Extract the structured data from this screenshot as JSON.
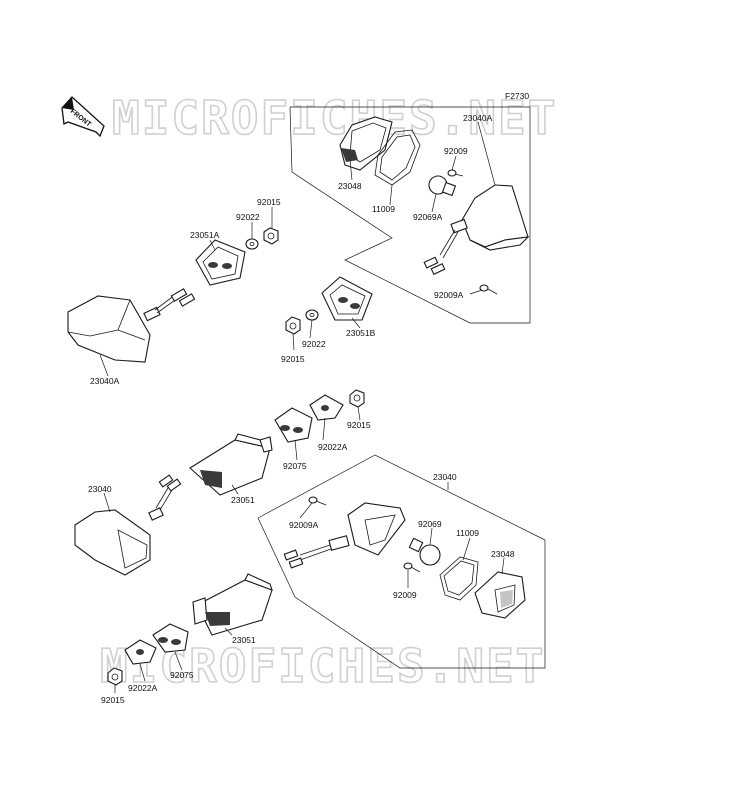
{
  "figure_code": "F2730",
  "front_arrow": "FRONT",
  "watermark": "MICROFICHES.NET",
  "labels": {
    "l23040A_top": "23040A",
    "l92009_top": "92009",
    "l23048_top": "23048",
    "l11009_top": "11009",
    "l92069A": "92069A",
    "l92009A_top": "92009A",
    "l92015_a": "92015",
    "l92022_a": "92022",
    "l23051A": "23051A",
    "l23051B": "23051B",
    "l92015_b": "92015",
    "l92022_b": "92022",
    "l23040A_left": "23040A",
    "l92015_c": "92015",
    "l92022A_a": "92022A",
    "l92075_a": "92075",
    "l23051_a": "23051",
    "l23040_left": "23040",
    "l23040_right": "23040",
    "l92009A_bottom": "92009A",
    "l92069": "92069",
    "l11009_bottom": "11009",
    "l23048_bottom": "23048",
    "l92009_bottom": "92009",
    "l23051_b": "23051",
    "l92022A_b": "92022A",
    "l92075_b": "92075",
    "l92015_d": "92015"
  }
}
